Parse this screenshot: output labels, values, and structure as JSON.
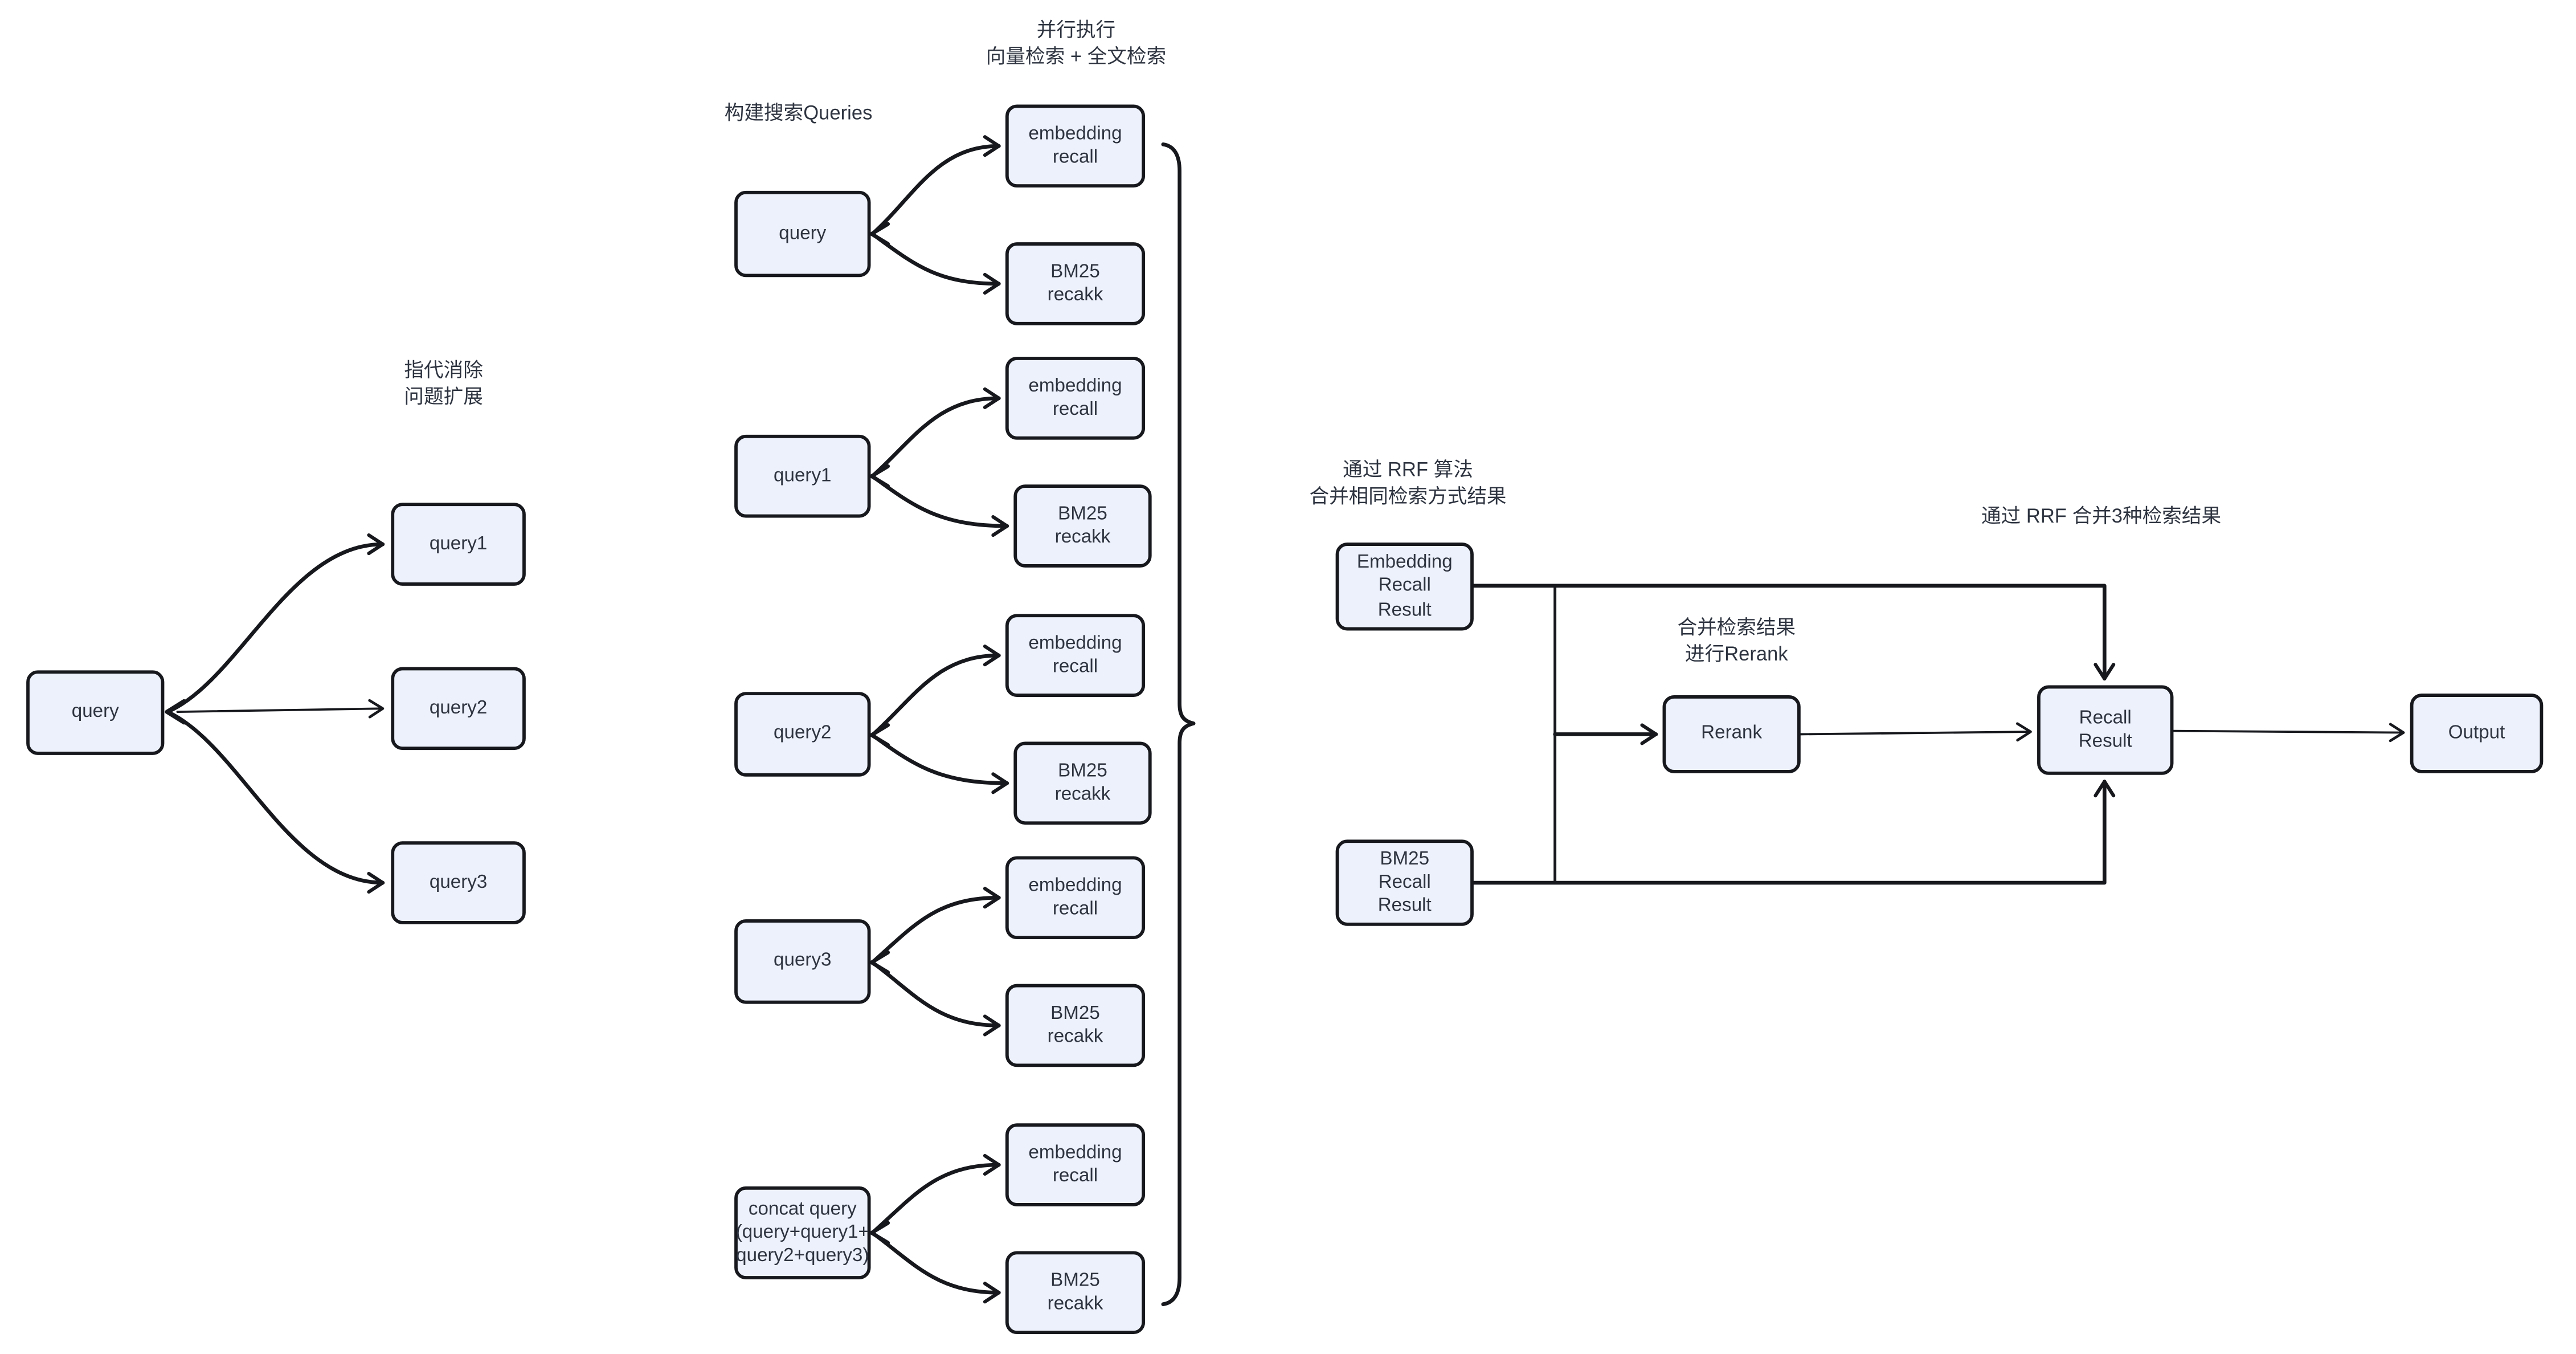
{
  "palette": {
    "bg": "#ffffff",
    "stroke": "#16181d",
    "node-fill": "#edf1fb",
    "node-border": "#16181d",
    "text": "#2e3440"
  },
  "left_section": {
    "annotation": "指代消除\n问题扩展",
    "query_label": "query",
    "expansions": [
      "query1",
      "query2",
      "query3"
    ]
  },
  "middle_section": {
    "annotation_build_queries": "构建搜索Queries",
    "annotation_parallel": "并行执行\n向量检索 + 全文检索",
    "embedding_recall_label": "embedding\nrecall",
    "bm25_recall_label": "BM25\nrecakk",
    "sources": [
      "query",
      "query1",
      "query2",
      "query3",
      "concat query\n(query+query1+\nquery2+query3)"
    ]
  },
  "right_section": {
    "annotation_rrf_merge_same": "通过 RRF 算法\n合并相同检索方式结果",
    "annotation_merge_rerank": "合并检索结果\n进行Rerank",
    "annotation_rrf_merge_three": "通过 RRF 合并3种检索结果",
    "embedding_recall_result_label": "Embedding\nRecall\nResult",
    "bm25_recall_result_label": "BM25\nRecall\nResult",
    "rerank_label": "Rerank",
    "recall_result_label": "Recall\nResult",
    "output_label": "Output"
  }
}
